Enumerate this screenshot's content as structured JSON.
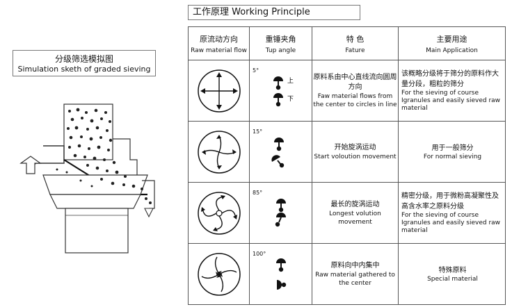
{
  "simulation": {
    "title_cn": "分级筛选模拟图",
    "title_en": "Simulation sketh of graded sieving"
  },
  "principle": {
    "title": "工作原理 Working Principle",
    "headers": [
      {
        "cn": "原流动方向",
        "en": "Raw material flow"
      },
      {
        "cn": "重锤夹角",
        "en": "Tup angle"
      },
      {
        "cn": "特 色",
        "en": "Fature"
      },
      {
        "cn": "主要用途",
        "en": "Main Application"
      }
    ],
    "rows": [
      {
        "flow_icon": "radial-arrows-icon",
        "angle": "5°",
        "tup_labels": [
          "上",
          "下"
        ],
        "feature_cn": "原料系由中心直线流向圆周方向",
        "feature_en": "Faw material flows from the center to circles in line",
        "app_cn": "该概略分级将于筛分的原料作大量分段，粗粒的筛分",
        "app_en": "For the sieving of course Igranules and easily sieved raw material"
      },
      {
        "flow_icon": "swirl-arrows-icon",
        "angle": "15°",
        "tup_labels": [],
        "feature_cn": "开始旋涡运动",
        "feature_en": "Start voloution movement",
        "app_cn": "用于一般筛分",
        "app_en": "For normal sieving"
      },
      {
        "flow_icon": "long-swirl-icon",
        "angle": "85°",
        "tup_labels": [],
        "feature_cn": "最长的旋涡运动",
        "feature_en": "Longest volution movement",
        "app_cn": "精密分级，用于微粉高凝聚性及高含水率之原料分级",
        "app_en": "For the sieving of course Igranules and easily sieved raw material"
      },
      {
        "flow_icon": "inward-swirl-icon",
        "angle": "100°",
        "tup_labels": [],
        "feature_cn": "原料向中内集中",
        "feature_en": "Raw material gathered to the center",
        "app_cn": "特殊原料",
        "app_en": "Special material"
      }
    ]
  }
}
